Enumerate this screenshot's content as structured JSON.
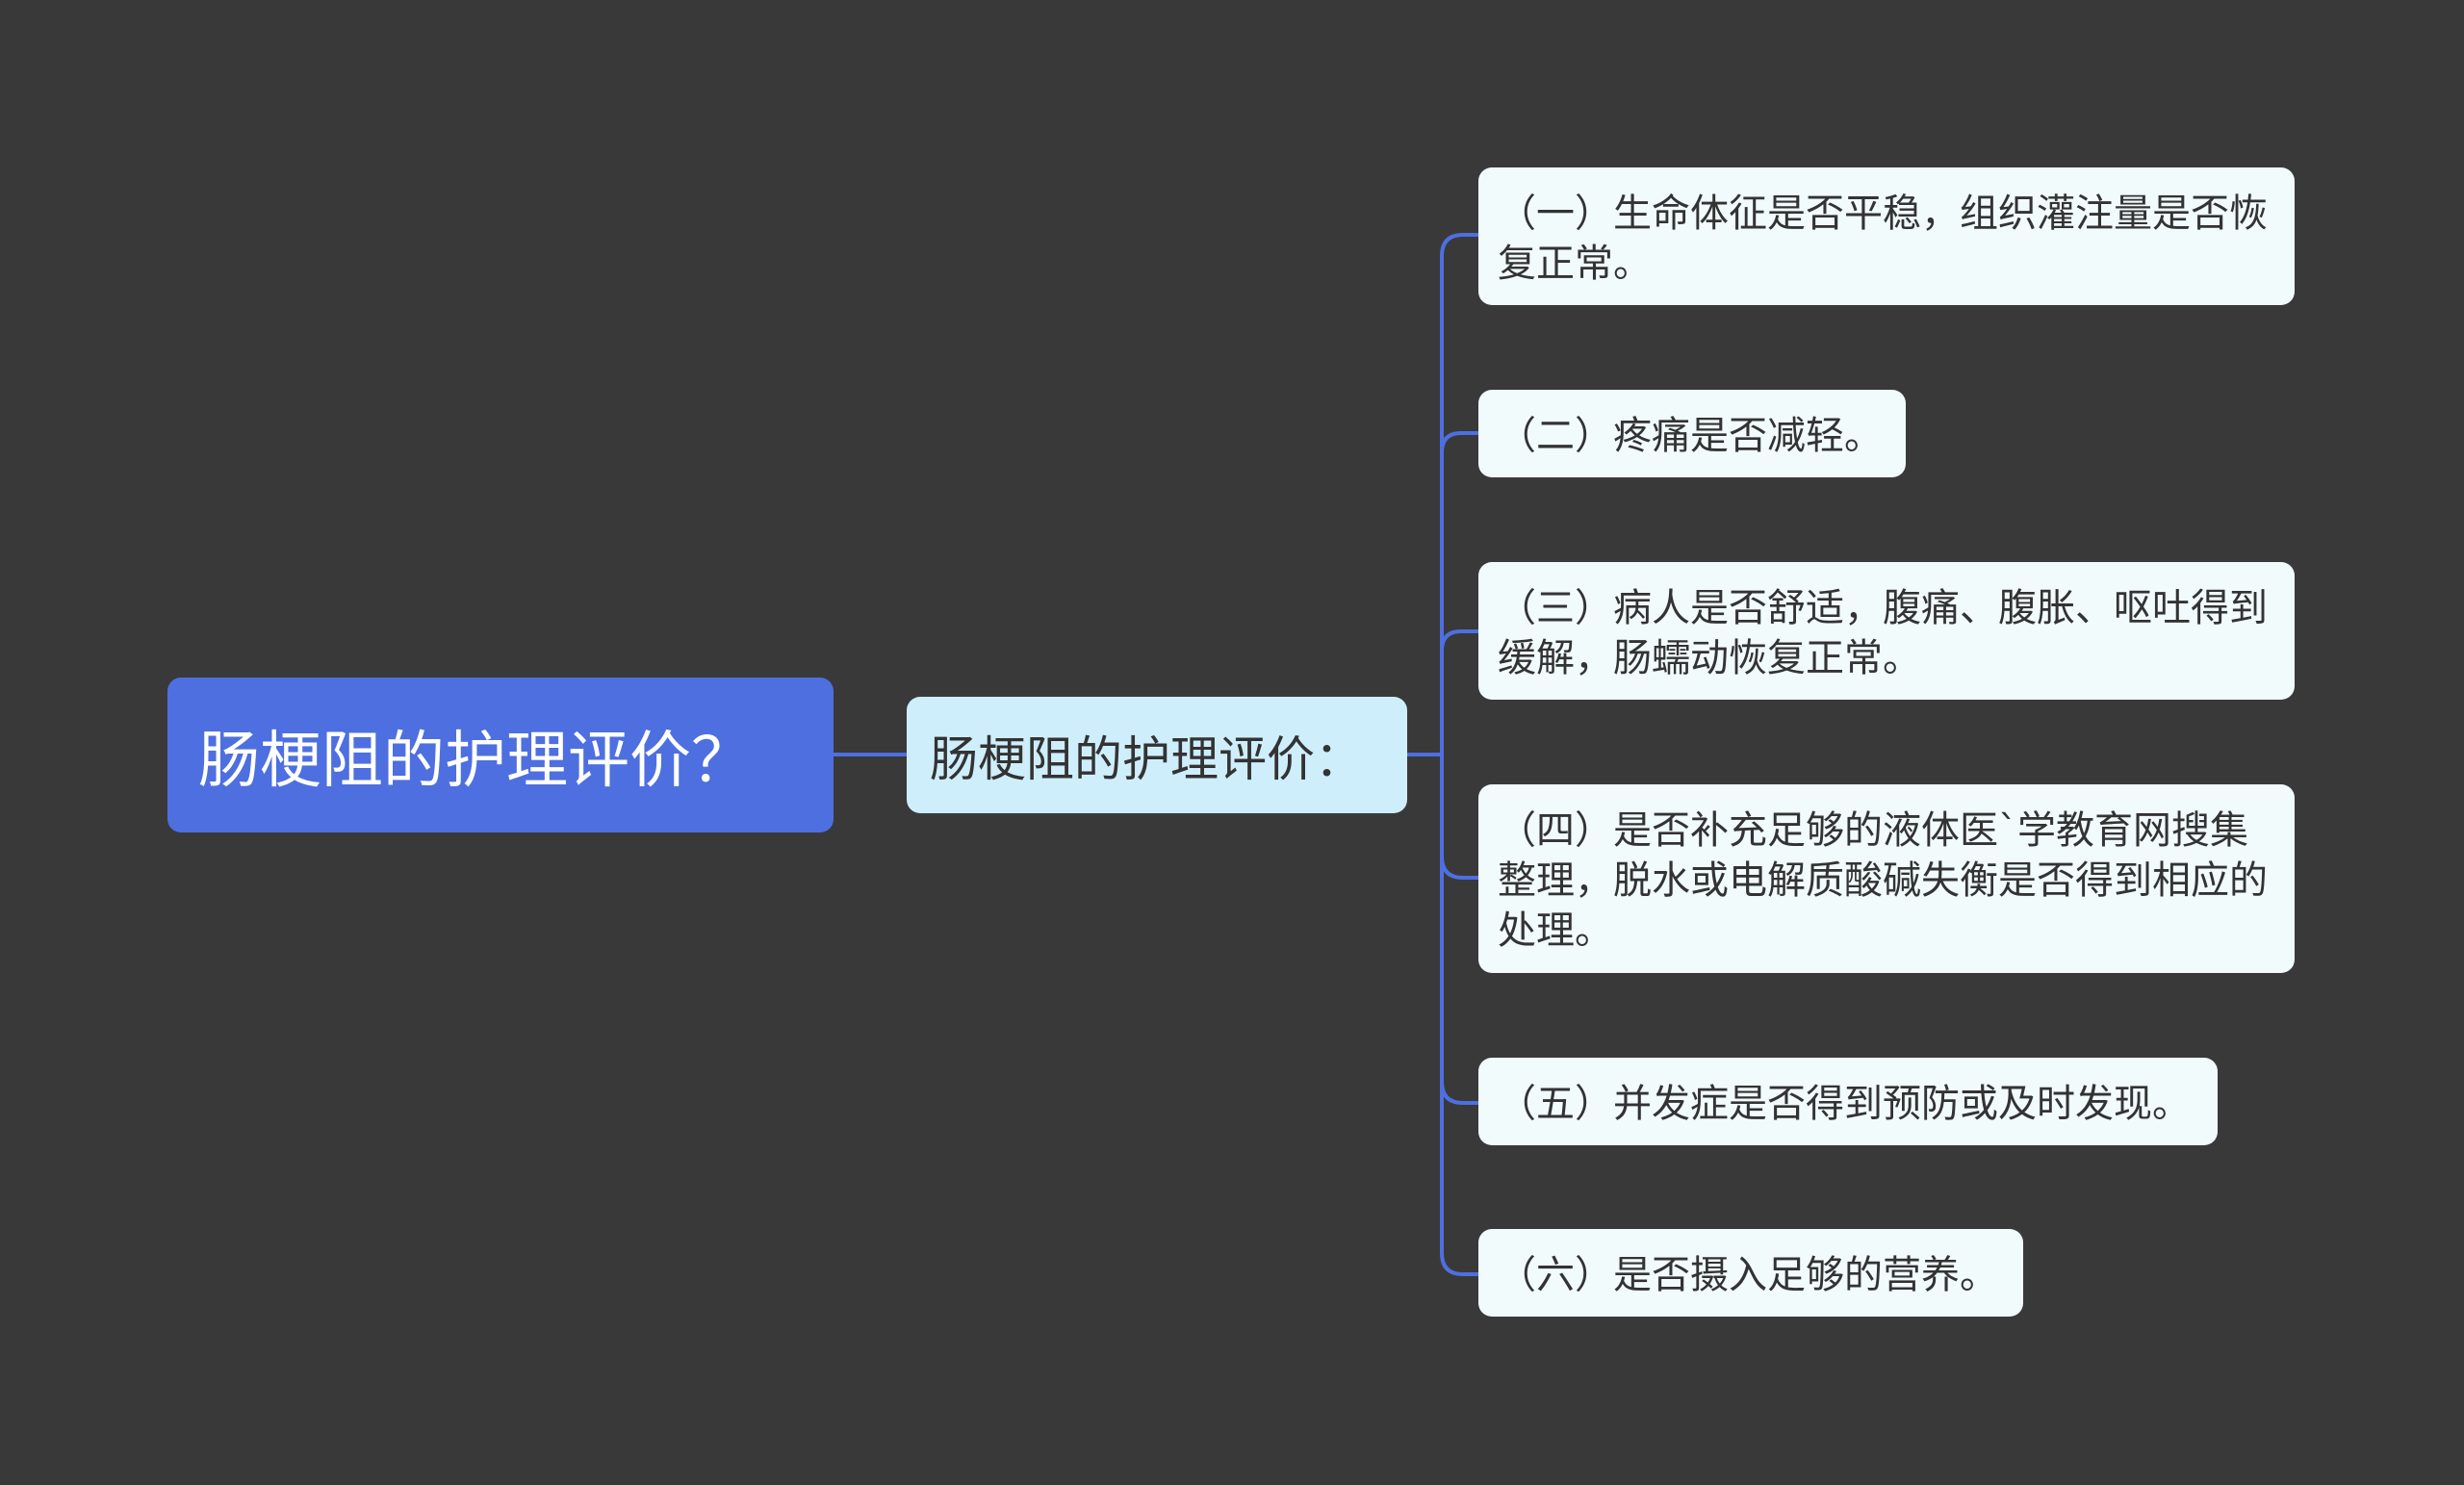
{
  "root": {
    "label": "肠梗阻的护理评价？"
  },
  "branch": {
    "label": "肠梗阻的护理评价："
  },
  "items": [
    {
      "text": "（一）生命体征是否平稳，组织灌注量是否恢复正常。"
    },
    {
      "text": "（二）疼痛是否减轻。"
    },
    {
      "text": "（三）病人是否舒适，腹痛、腹胀、呕吐得到缓解，肠蠕动恢复正常。"
    },
    {
      "text": "（四）是否补充足够的液体医`学教育网搜集整理，脱水或电解质酸碱失衡是否得到相应的处理。"
    },
    {
      "text": "（五）并发症是否得到预防或及时发现。"
    },
    {
      "text": "（六）是否摄入足够的营养。"
    }
  ],
  "colors": {
    "background": "#3a393a",
    "root_fill": "#4e6fe0",
    "branch_fill": "#cfeefc",
    "leaf_fill": "#f1fbfc",
    "connector": "#4e6fe0"
  }
}
